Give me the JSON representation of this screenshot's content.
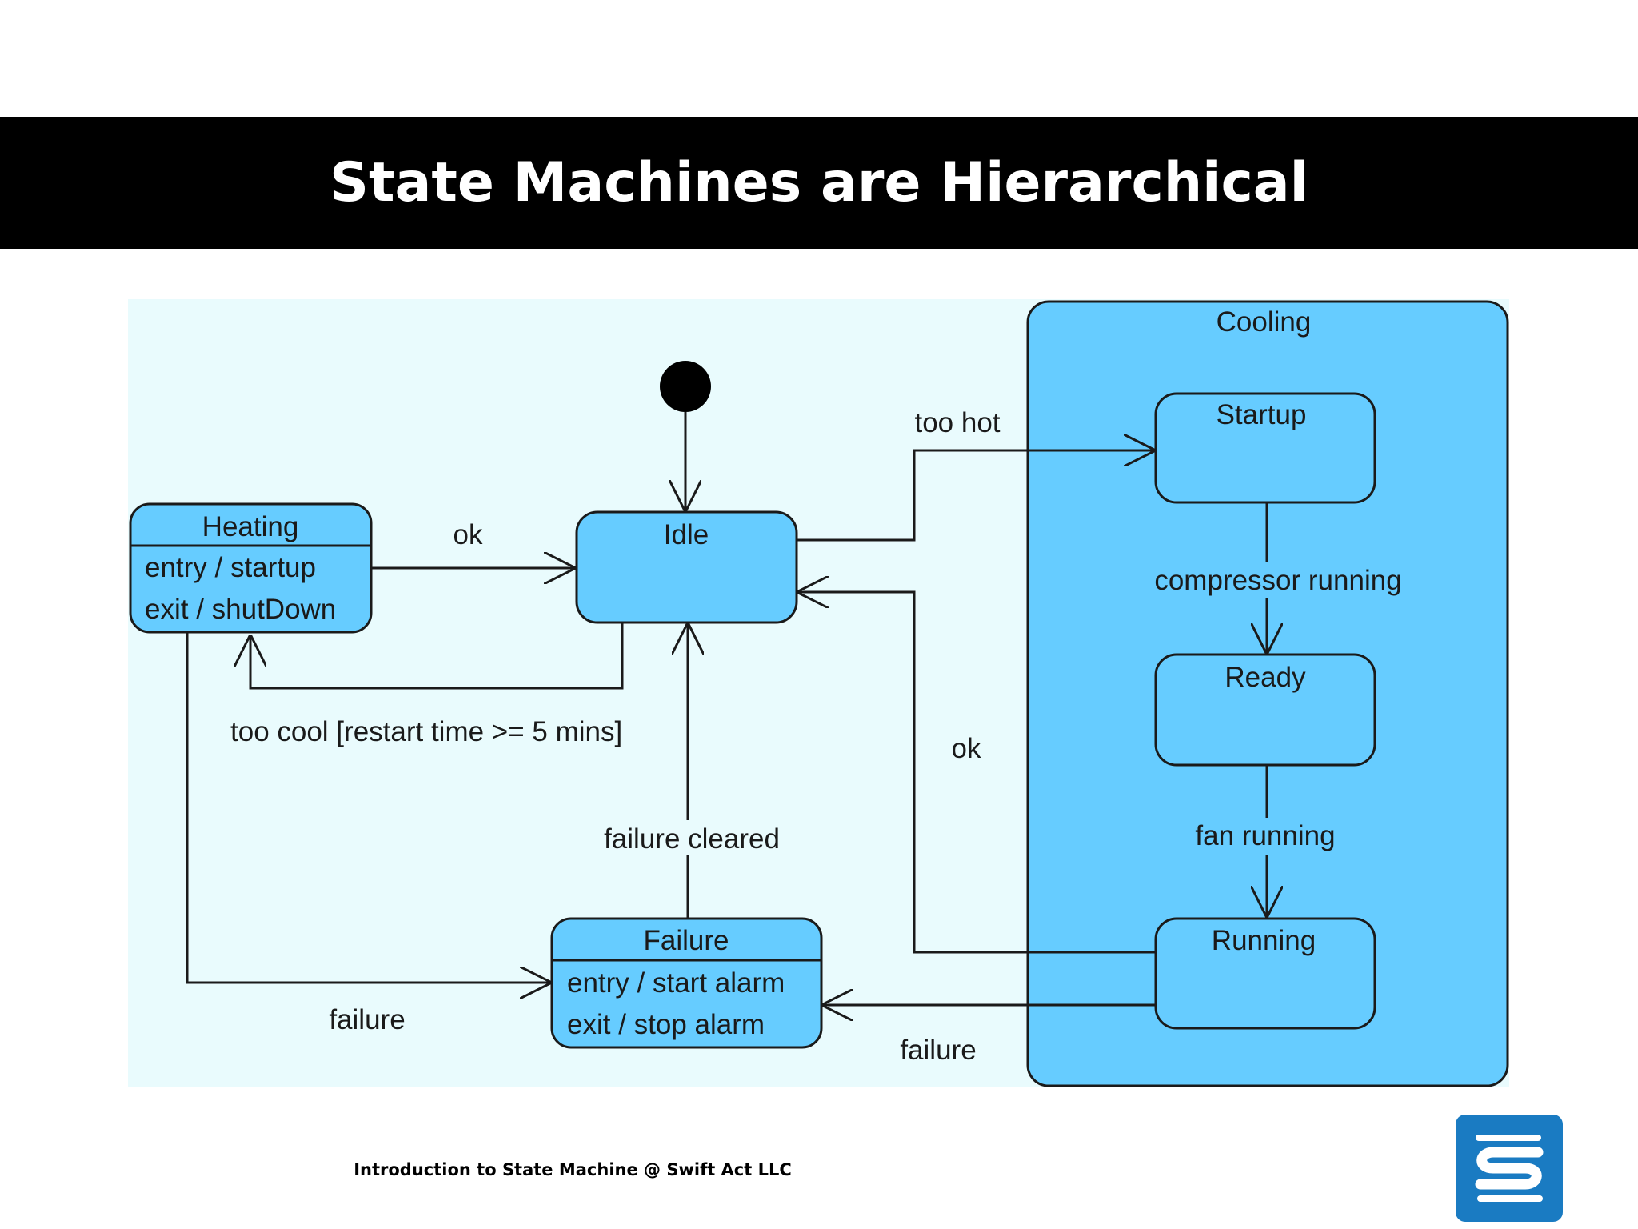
{
  "header": {
    "title": "State Machines are Hierarchical"
  },
  "colors": {
    "canvas": "#e9fbfd",
    "state_fill": "#66ccff",
    "stroke": "#1a1a1a",
    "logo": "#1a7bc2"
  },
  "states": {
    "heating": {
      "name": "Heating",
      "entry": "entry / startup",
      "exit": "exit / shutDown"
    },
    "idle": {
      "name": "Idle"
    },
    "failure": {
      "name": "Failure",
      "entry": "entry / start alarm",
      "exit": "exit / stop alarm"
    },
    "cooling": {
      "name": "Cooling"
    },
    "startup": {
      "name": "Startup"
    },
    "ready": {
      "name": "Ready"
    },
    "running": {
      "name": "Running"
    }
  },
  "transitions": {
    "heating_to_idle": "ok",
    "idle_to_cooling": "too hot",
    "idle_to_heating": "too cool [restart time >= 5 mins]",
    "startup_to_ready": "compressor running",
    "ready_to_running": "fan running",
    "running_to_idle": "ok",
    "failure_to_idle": "failure cleared",
    "heating_to_failure": "failure",
    "running_to_failure": "failure"
  },
  "footer": {
    "text": "Introduction to State Machine @ Swift Act LLC"
  },
  "logo": {
    "icon": "swift-act-logo-icon"
  }
}
